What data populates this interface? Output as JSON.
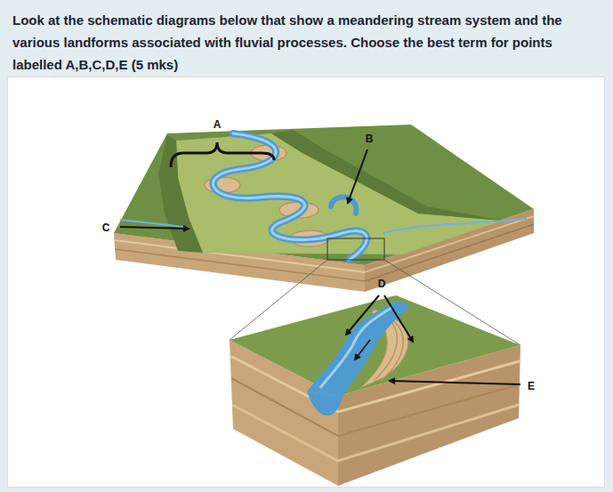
{
  "diagram": {
    "title": "Look at the schematic diagrams below that show a meandering stream system and the various landforms associated with fluvial processes. Choose the best term for points labelled A,B,C,D,E (5 mks)",
    "labels": [
      "A",
      "B",
      "C",
      "D",
      "E"
    ]
  }
}
